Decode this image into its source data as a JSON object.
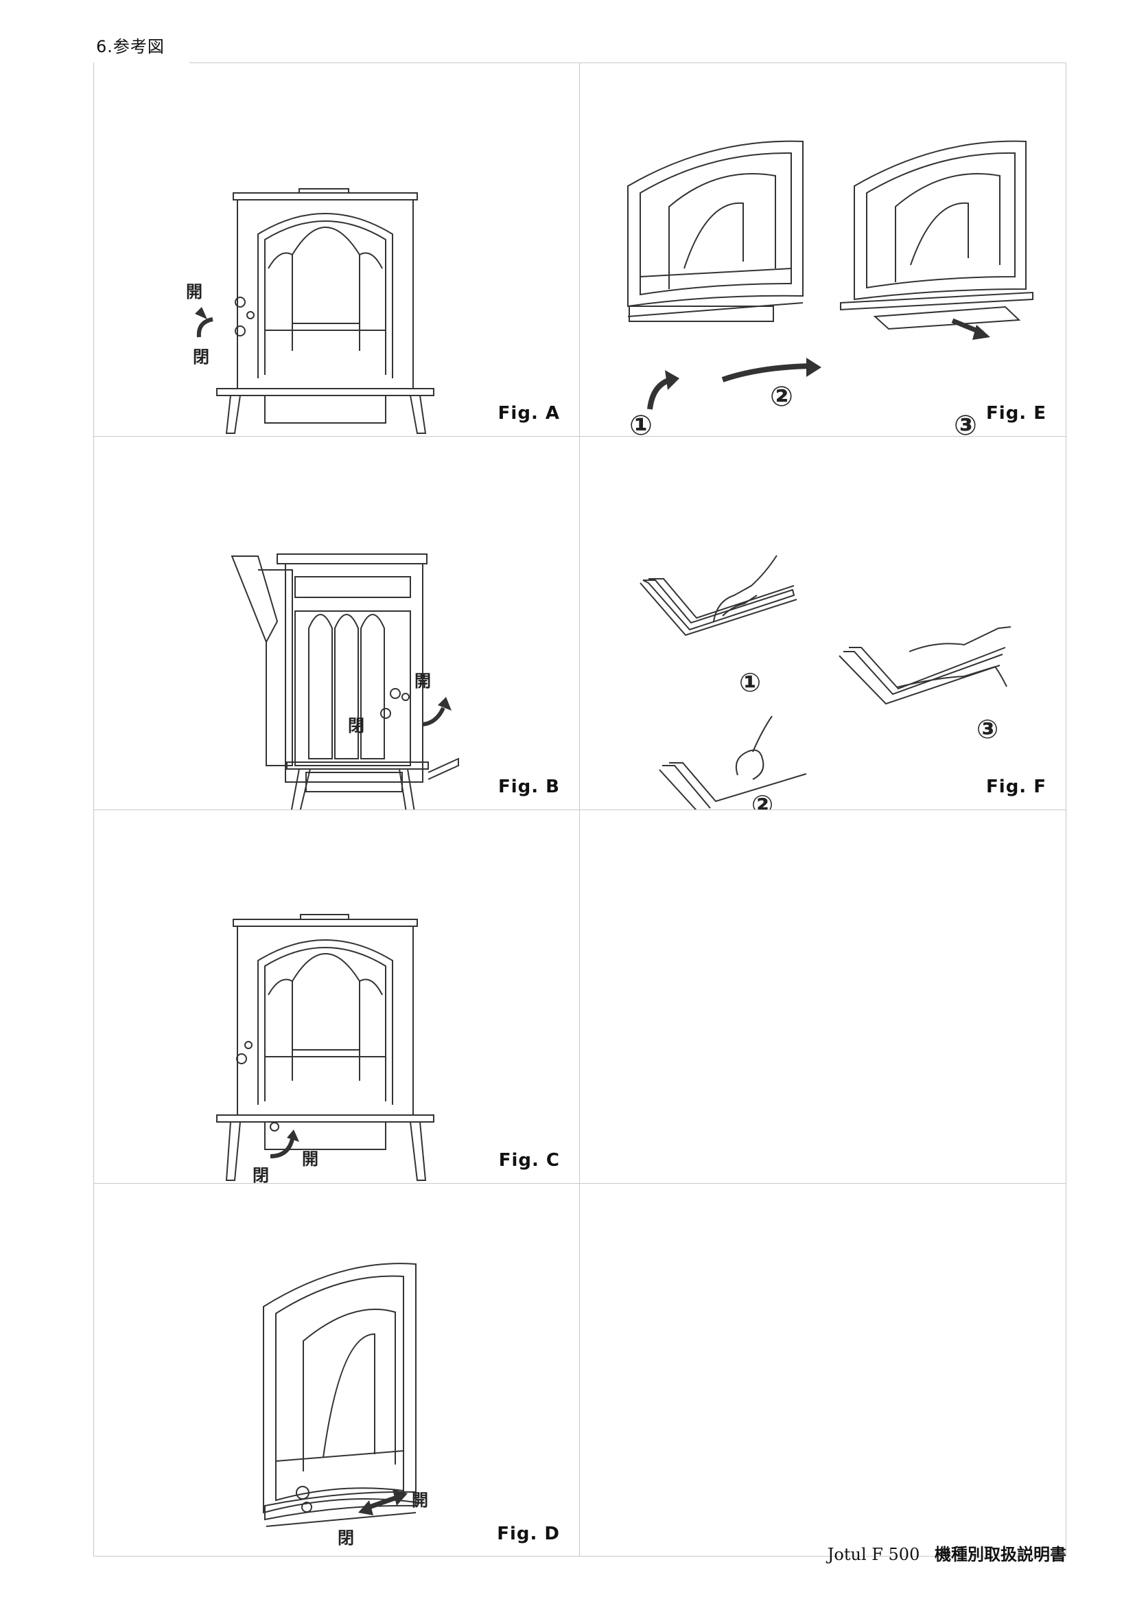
{
  "section_title": "6.参考図",
  "figures": {
    "a": {
      "label": "Fig. A",
      "open": "開",
      "close": "閉"
    },
    "b": {
      "label": "Fig. B",
      "open": "開",
      "close": "閉"
    },
    "c": {
      "label": "Fig. C",
      "open": "開",
      "close": "閉"
    },
    "d": {
      "label": "Fig. D",
      "open": "開",
      "close": "閉"
    },
    "e": {
      "label": "Fig. E",
      "steps": [
        "①",
        "②",
        "③"
      ]
    },
    "f": {
      "label": "Fig. F",
      "steps": [
        "①",
        "②",
        "③"
      ]
    }
  },
  "footer": {
    "model": "Jotul F 500",
    "doc_title": "機種別取扱説明書"
  }
}
